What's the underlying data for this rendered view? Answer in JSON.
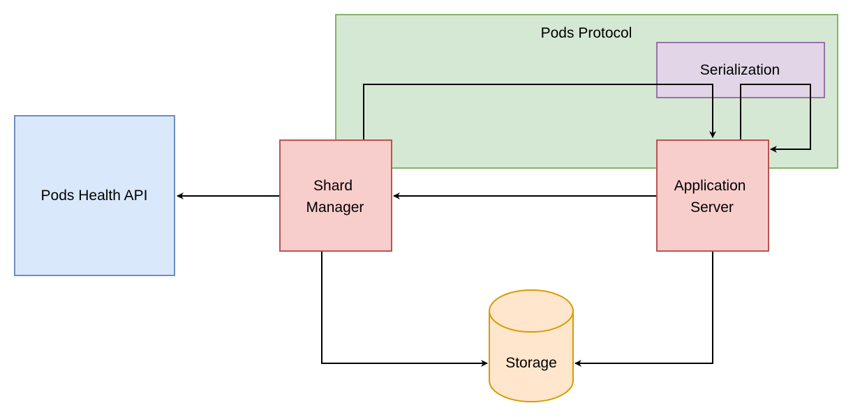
{
  "colors": {
    "green_fill": "#d5e8d4",
    "green_stroke": "#82b366",
    "purple_fill": "#e1d5e7",
    "purple_stroke": "#9673a6",
    "blue_fill": "#dae8fc",
    "blue_stroke": "#6c8ebf",
    "red_fill": "#f8cecc",
    "red_stroke": "#b85450",
    "orange_fill": "#ffe6cc",
    "orange_stroke": "#d79b00",
    "edge": "#000000"
  },
  "nodes": {
    "pods_protocol": {
      "label": "Pods Protocol"
    },
    "serialization": {
      "label": "Serialization"
    },
    "pods_health_api": {
      "label": "Pods Health API"
    },
    "shard_manager": {
      "label_lines": [
        "Shard",
        "Manager"
      ]
    },
    "application_server": {
      "label_lines": [
        "Application",
        "Server"
      ]
    },
    "storage": {
      "label": "Storage"
    }
  },
  "edges": [
    {
      "from": "Shard Manager",
      "to": "Pods Health API"
    },
    {
      "from": "Application Server",
      "to": "Shard Manager"
    },
    {
      "from": "Shard Manager",
      "to": "Application Server"
    },
    {
      "from": "Application Server",
      "to": "Application Server"
    },
    {
      "from": "Shard Manager",
      "to": "Storage"
    },
    {
      "from": "Application Server",
      "to": "Storage"
    }
  ]
}
